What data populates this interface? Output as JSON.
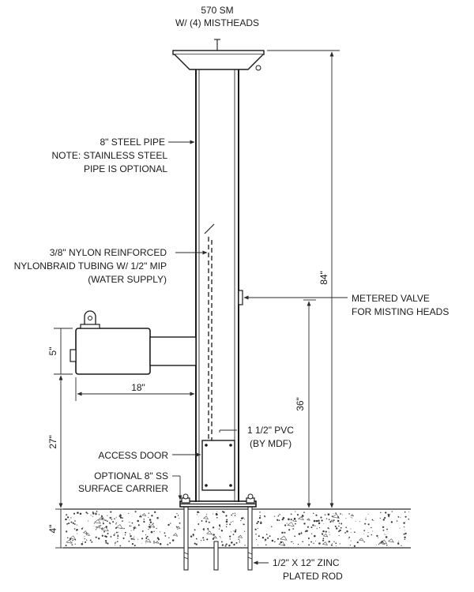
{
  "labels": {
    "top_line1": "570 SM",
    "top_line2": "W/ (4) MISTHEADS",
    "pipe_line1": "8\" STEEL PIPE",
    "pipe_line2": "NOTE: STAINLESS STEEL",
    "pipe_line3": "PIPE IS OPTIONAL",
    "tubing_line1": "3/8\" NYLON REINFORCED",
    "tubing_line2": "NYLONBRAID TUBING W/ 1/2\" MIP",
    "tubing_line3": "(WATER SUPPLY)",
    "valve_line1": "METERED VALVE",
    "valve_line2": "FOR MISTING HEADS",
    "pvc_line1": "1 1/2\" PVC",
    "pvc_line2": "(BY MDF)",
    "access_door": "ACCESS DOOR",
    "carrier_line1": "OPTIONAL 8\" SS",
    "carrier_line2": "SURFACE CARRIER",
    "rod_line1": "1/2\" X 12\" ZINC",
    "rod_line2": "PLATED ROD"
  },
  "dimensions": {
    "overall_height": "84\"",
    "valve_height": "36\"",
    "bowl_height": "5\"",
    "bowl_offset": "27\"",
    "bowl_projection": "18\"",
    "footing_depth": "4\""
  }
}
